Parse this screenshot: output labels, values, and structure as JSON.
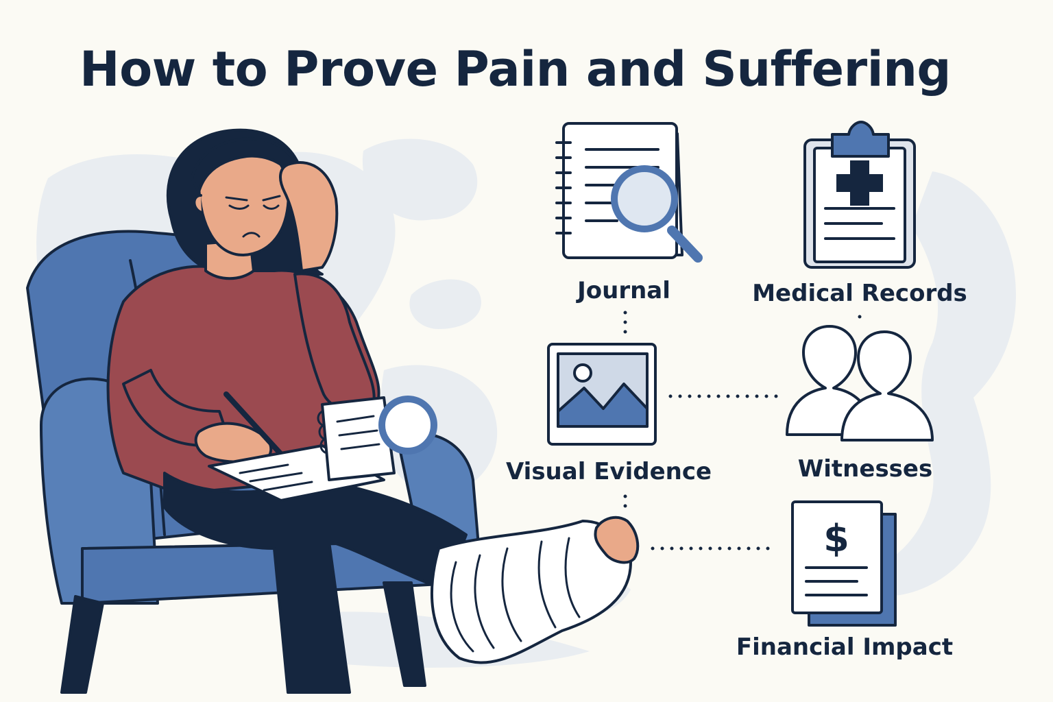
{
  "title": "How to Prove Pain and Suffering",
  "evidence": {
    "journal": "Journal",
    "medical_records": "Medical Records",
    "visual_evidence": "Visual Evidence",
    "witnesses": "Witnesses",
    "financial_impact": "Financial Impact"
  },
  "icons": {
    "journal": "journal-magnifier-icon",
    "medical_records": "medical-clipboard-icon",
    "visual_evidence": "photo-icon",
    "witnesses": "two-people-icon",
    "financial_impact": "dollar-document-icon"
  },
  "colors": {
    "ink": "#15263f",
    "accent_blue": "#4f76b0",
    "sweater": "#9b4a50",
    "skin": "#e9a989",
    "background": "#fbfaf4",
    "blob": "#e8ecf0"
  }
}
